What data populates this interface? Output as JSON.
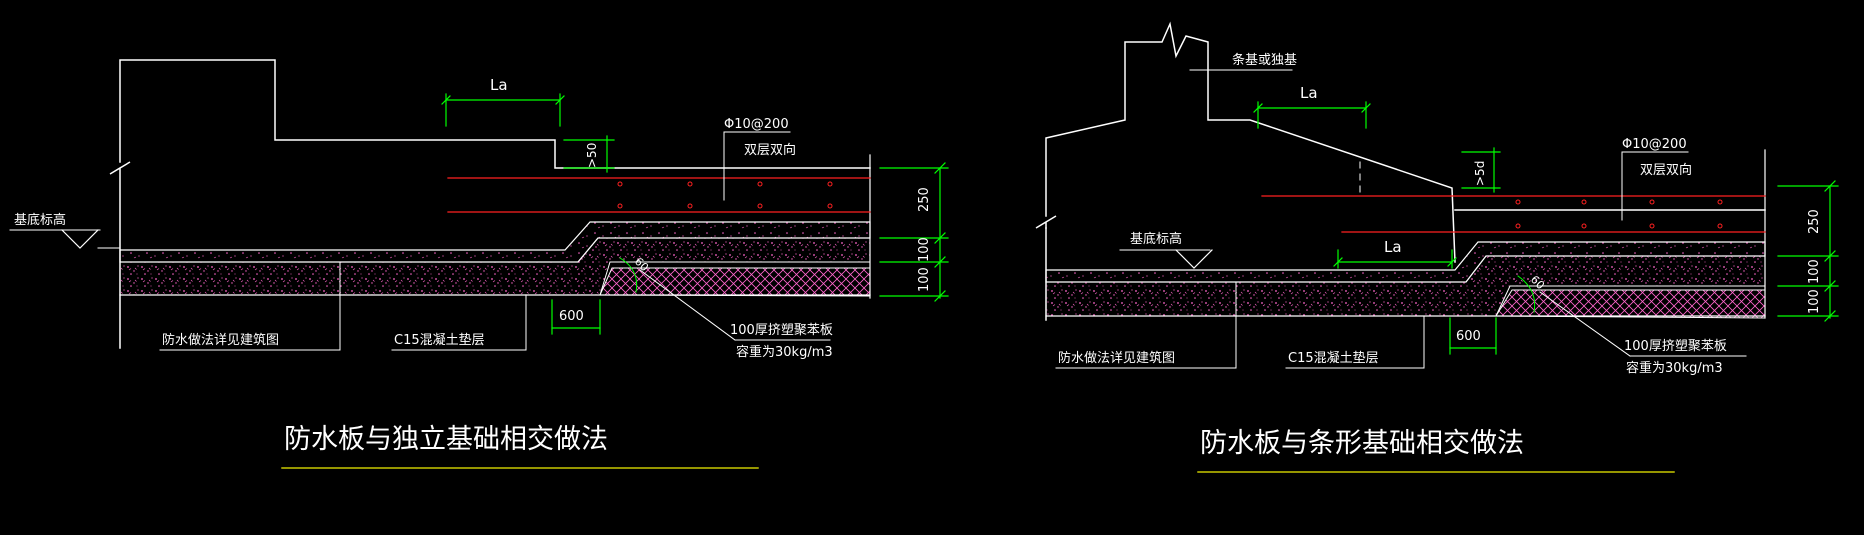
{
  "colors": {
    "background": "#000000",
    "outline": "#ffffff",
    "dimension": "#00ff00",
    "rebar": "#ff2020",
    "fill": "#ff66cc",
    "title_underline": "#c8c800"
  },
  "left_detail": {
    "title": "防水板与独立基础相交做法",
    "base_elevation": "基底标高",
    "anchor_length": "La",
    "rebar_spec": "Φ10@200",
    "rebar_layers": "双层双向",
    "min_step": ">50",
    "angle": "60",
    "width_600": "600",
    "dim_250": "250",
    "dim_100a": "100",
    "dim_100b": "100",
    "waterproof_note": "防水做法详见建筑图",
    "cushion_note": "C15混凝土垫层",
    "board_note": "100厚挤塑聚苯板",
    "density_note": "容重为30kg/m3"
  },
  "right_detail": {
    "title": "防水板与条形基础相交做法",
    "foundation_label": "条基或独基",
    "base_elevation": "基底标高",
    "anchor_length_top": "La",
    "anchor_length_bottom": "La",
    "rebar_spec": "Φ10@200",
    "rebar_layers": "双层双向",
    "min_step": ">5d",
    "angle": "60",
    "width_600": "600",
    "dim_250": "250",
    "dim_100a": "100",
    "dim_100b": "100",
    "waterproof_note": "防水做法详见建筑图",
    "cushion_note": "C15混凝土垫层",
    "board_note": "100厚挤塑聚苯板",
    "density_note": "容重为30kg/m3"
  }
}
